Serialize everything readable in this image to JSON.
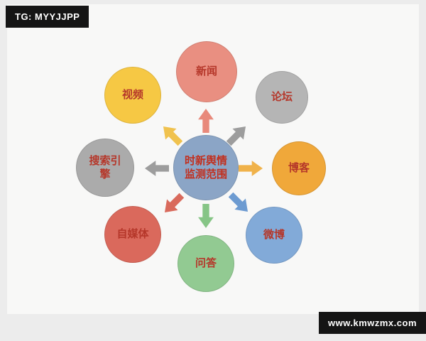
{
  "badges": {
    "top_left": "TG: MYYJJPP",
    "bottom_right": "www.kmwzmx.com"
  },
  "diagram": {
    "label_color": "#b5372a",
    "center": {
      "line1": "时新舆情",
      "line2": "监测范围",
      "fill": "#8ba5c6",
      "text_color": "#c22f1e"
    },
    "nodes": [
      {
        "id": "news",
        "label": "新闻",
        "position": "top",
        "fill": "#e98f81"
      },
      {
        "id": "forum",
        "label": "论坛",
        "position": "top-right",
        "fill": "#b5b5b5"
      },
      {
        "id": "blog",
        "label": "博客",
        "position": "right",
        "fill": "#f0a83a"
      },
      {
        "id": "weibo",
        "label": "微博",
        "position": "bottom-right",
        "fill": "#82aad8"
      },
      {
        "id": "qa",
        "label": "问答",
        "position": "bottom",
        "fill": "#92ca92"
      },
      {
        "id": "self-media",
        "label": "自媒体",
        "position": "bottom-left",
        "fill": "#da695c"
      },
      {
        "id": "search-engine",
        "label": "搜索引擎",
        "position": "left",
        "fill": "#ababab"
      },
      {
        "id": "video",
        "label": "视频",
        "position": "top-left",
        "fill": "#f6c844"
      }
    ],
    "arrows": [
      {
        "dir": "up",
        "color": "#e8897b"
      },
      {
        "dir": "up-right",
        "color": "#9d9d9d"
      },
      {
        "dir": "right",
        "color": "#f0b24a"
      },
      {
        "dir": "down-right",
        "color": "#6d9bd1"
      },
      {
        "dir": "down",
        "color": "#86c586"
      },
      {
        "dir": "down-left",
        "color": "#d96a5c"
      },
      {
        "dir": "left",
        "color": "#9d9d9d"
      },
      {
        "dir": "up-left",
        "color": "#f0c24e"
      }
    ]
  }
}
